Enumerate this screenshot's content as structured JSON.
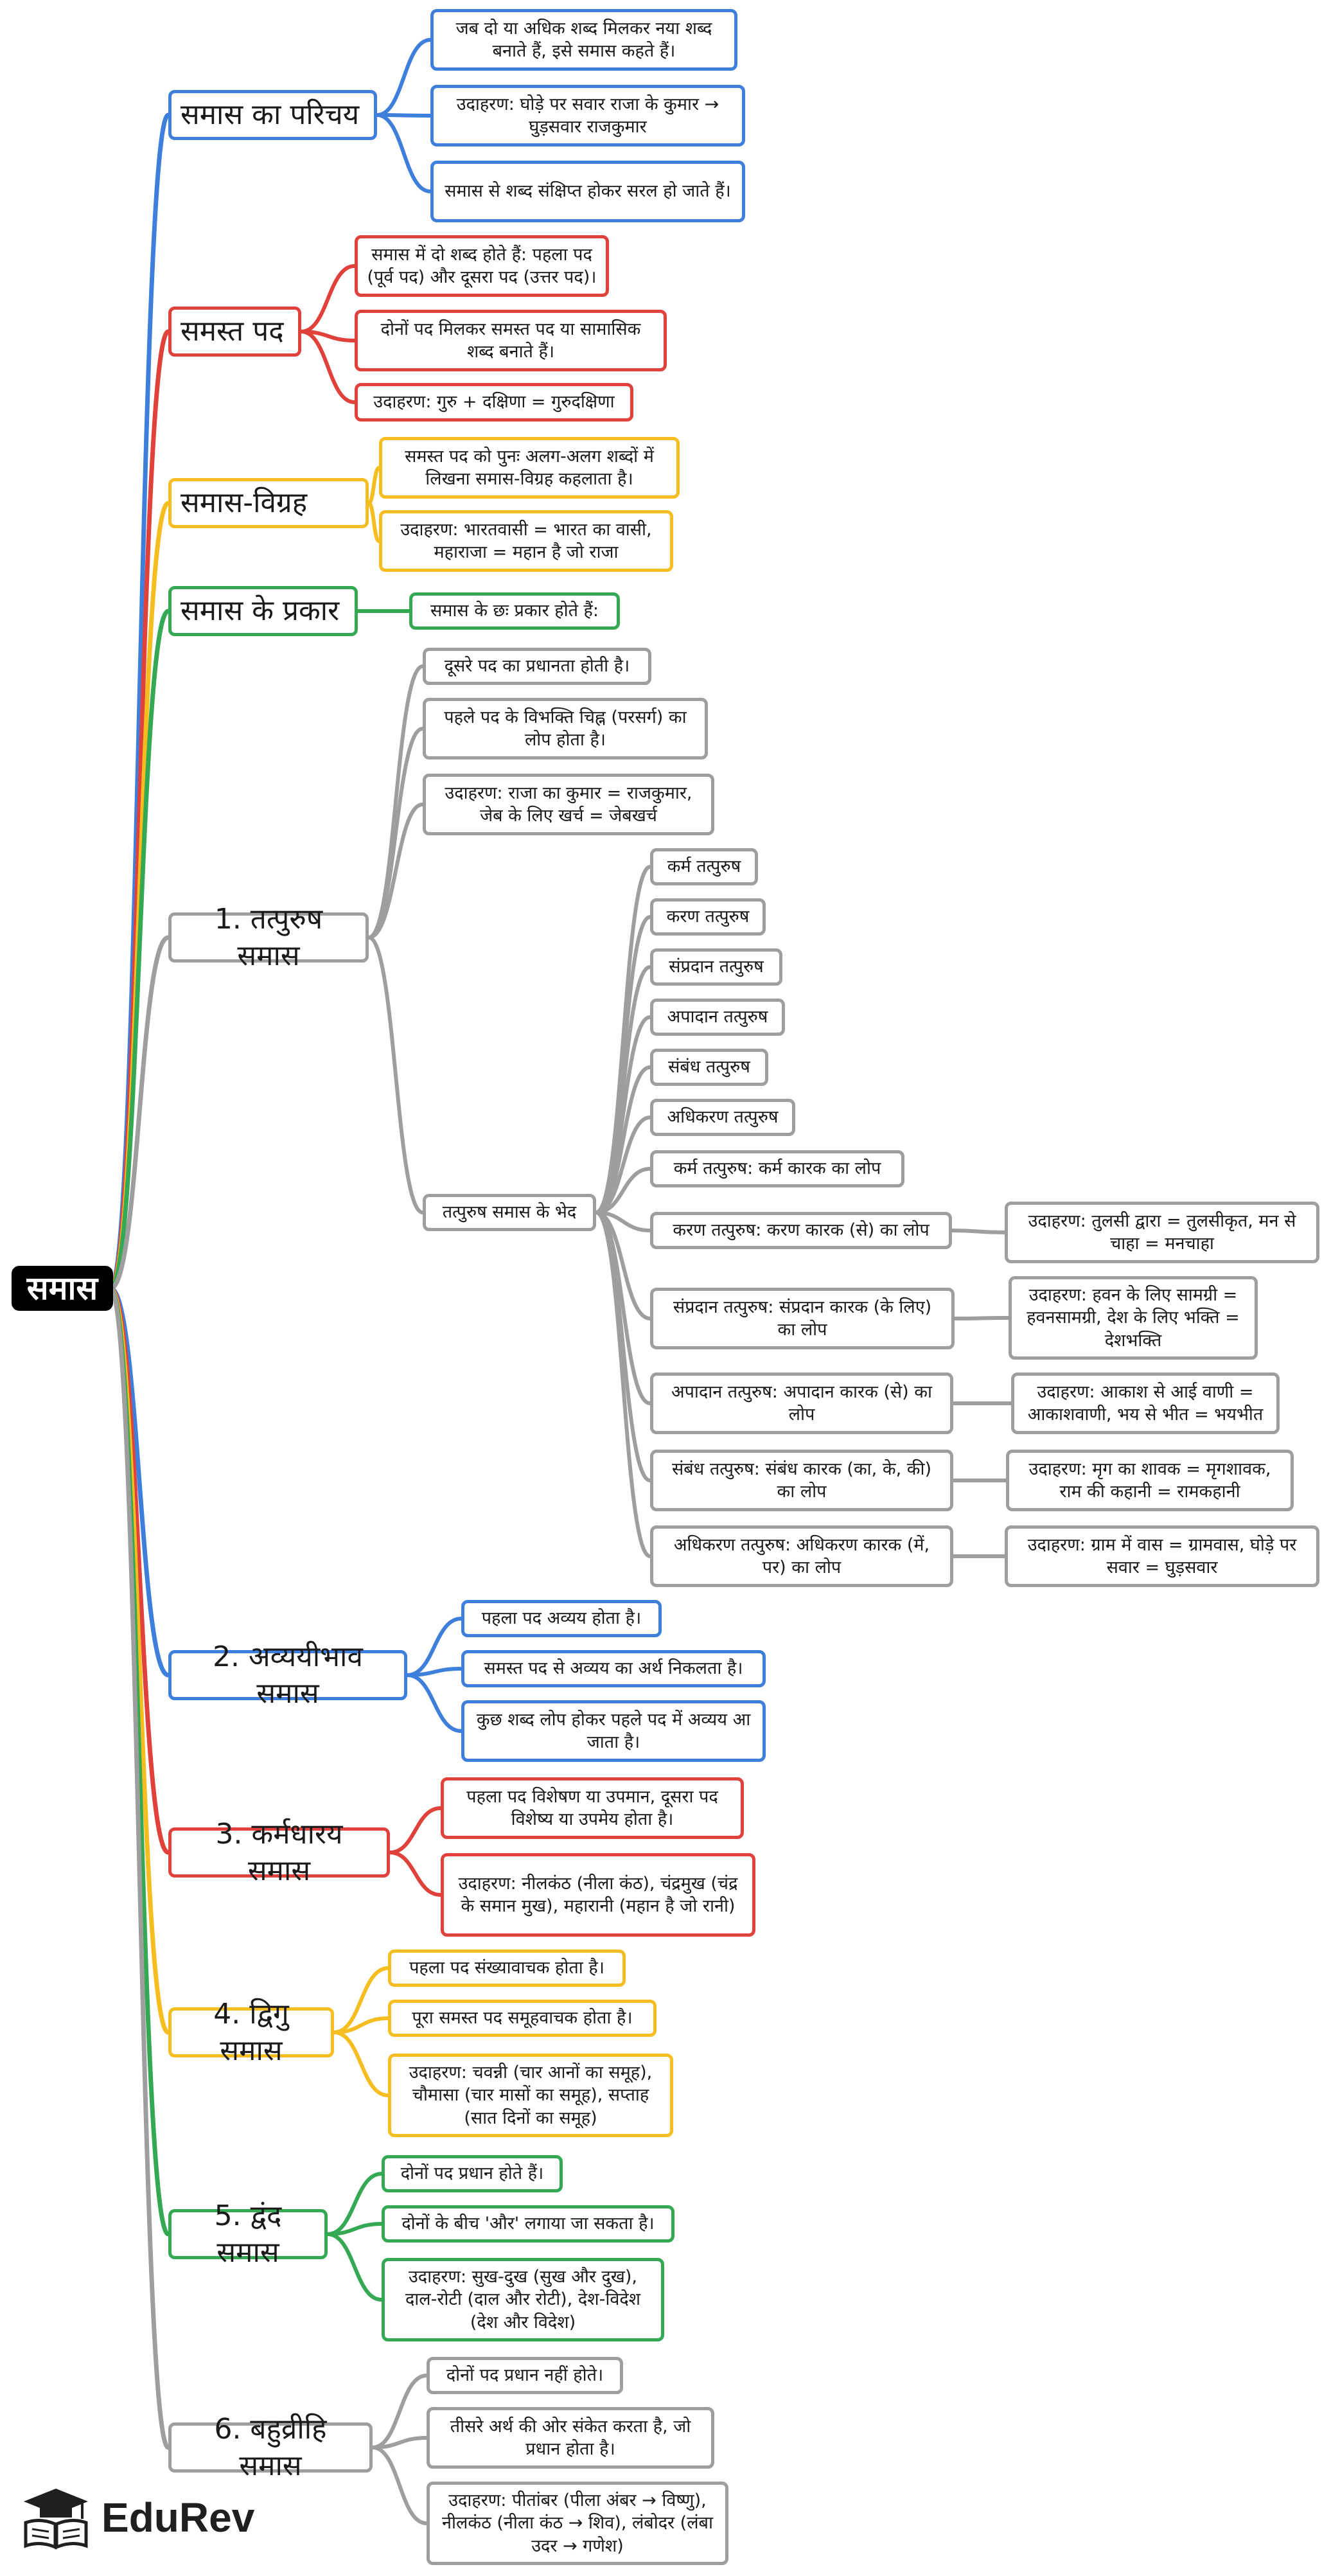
{
  "root": "समास",
  "colors": {
    "blue": "#3f7fdc",
    "red": "#e0413b",
    "yellow": "#f5bd1f",
    "green": "#35a853",
    "grey": "#9e9e9e"
  },
  "branches": {
    "intro": {
      "label": "समास का परिचय",
      "items": [
        "जब दो या अधिक शब्द मिलकर नया शब्द बनाते हैं, इसे समास कहते हैं।",
        "उदाहरण: घोड़े पर सवार राजा के कुमार → घुड़सवार राजकुमार",
        "समास से शब्द संक्षिप्त होकर सरल हो जाते हैं।"
      ]
    },
    "samast": {
      "label": "समस्त पद",
      "items": [
        "समास में दो शब्द होते हैं: पहला पद (पूर्व पद) और दूसरा पद (उत्तर पद)।",
        "दोनों पद मिलकर समस्त पद या सामासिक शब्द बनाते हैं।",
        "उदाहरण: गुरु + दक्षिणा = गुरुदक्षिणा"
      ]
    },
    "vigrah": {
      "label": "समास-विग्रह",
      "items": [
        "समस्त पद को पुनः अलग-अलग शब्दों में लिखना समास-विग्रह कहलाता है।",
        "उदाहरण: भारतवासी = भारत का वासी, महाराजा = महान है जो राजा"
      ]
    },
    "prakar": {
      "label": "समास के प्रकार",
      "items": [
        "समास के छः प्रकार होते हैं:"
      ]
    },
    "tatpurush": {
      "label": "1. तत्पुरुष समास",
      "items": [
        "दूसरे पद का प्रधानता होती है।",
        "पहले पद के विभक्ति चिह्न (परसर्ग) का लोप होता है।",
        "उदाहरण: राजा का कुमार = राजकुमार, जेब के लिए खर्च = जेबखर्च",
        "तत्पुरुष समास के भेद"
      ],
      "bhed": [
        "कर्म तत्पुरुष",
        "करण तत्पुरुष",
        "संप्रदान तत्पुरुष",
        "अपादान तत्पुरुष",
        "संबंध तत्पुरुष",
        "अधिकरण तत्पुरुष",
        "कर्म तत्पुरुष: कर्म कारक का लोप",
        "करण तत्पुरुष: करण कारक (से) का लोप",
        "संप्रदान तत्पुरुष: संप्रदान कारक (के लिए) का लोप",
        "अपादान तत्पुरुष: अपादान कारक (से) का लोप",
        "संबंध तत्पुरुष: संबंध कारक (का, के, की) का लोप",
        "अधिकरण तत्पुरुष: अधिकरण कारक (में, पर) का लोप"
      ],
      "examples": [
        "उदाहरण: तुलसी द्वारा = तुलसीकृत, मन से चाहा = मनचाहा",
        "उदाहरण: हवन के लिए सामग्री = हवनसामग्री, देश के लिए भक्ति = देशभक्ति",
        "उदाहरण: आकाश से आई वाणी = आकाशवाणी, भय से भीत = भयभीत",
        "उदाहरण: मृग का शावक = मृगशावक, राम की कहानी = रामकहानी",
        "उदाहरण: ग्राम में वास = ग्रामवास, घोड़े पर सवार = घुड़सवार"
      ]
    },
    "avyayibhav": {
      "label": "2. अव्ययीभाव समास",
      "items": [
        "पहला पद अव्यय होता है।",
        "समस्त पद से अव्यय का अर्थ निकलता है।",
        "कुछ शब्द लोप होकर पहले पद में अव्यय आ जाता है।"
      ]
    },
    "karmadharay": {
      "label": "3. कर्मधारय समास",
      "items": [
        "पहला पद विशेषण या उपमान, दूसरा पद विशेष्य या उपमेय होता है।",
        "उदाहरण: नीलकंठ (नीला कंठ), चंद्रमुख (चंद्र के समान मुख), महारानी (महान है जो रानी)"
      ]
    },
    "dvigu": {
      "label": "4. द्विगु समास",
      "items": [
        "पहला पद संख्यावाचक होता है।",
        "पूरा समस्त पद समूहवाचक होता है।",
        "उदाहरण: चवन्नी (चार आनों का समूह), चौमासा (चार मासों का समूह), सप्ताह (सात दिनों का समूह)"
      ]
    },
    "dvandva": {
      "label": "5. द्वंद समास",
      "items": [
        "दोनों पद प्रधान होते हैं।",
        "दोनों के बीच 'और' लगाया जा सकता है।",
        "उदाहरण: सुख-दुख (सुख और दुख), दाल-रोटी (दाल और रोटी), देश-विदेश (देश और विदेश)"
      ]
    },
    "bahuvrihi": {
      "label": "6. बहुव्रीहि समास",
      "items": [
        "दोनों पद प्रधान नहीं होते।",
        "तीसरे अर्थ की ओर संकेत करता है, जो प्रधान होता है।",
        "उदाहरण: पीतांबर (पीला अंबर → विष्णु), नीलकंठ (नीला कंठ → शिव), लंबोदर (लंबा उदर → गणेश)"
      ]
    }
  },
  "logo": {
    "text": "EduRev",
    "icon": "graduation-cap-book-icon"
  }
}
